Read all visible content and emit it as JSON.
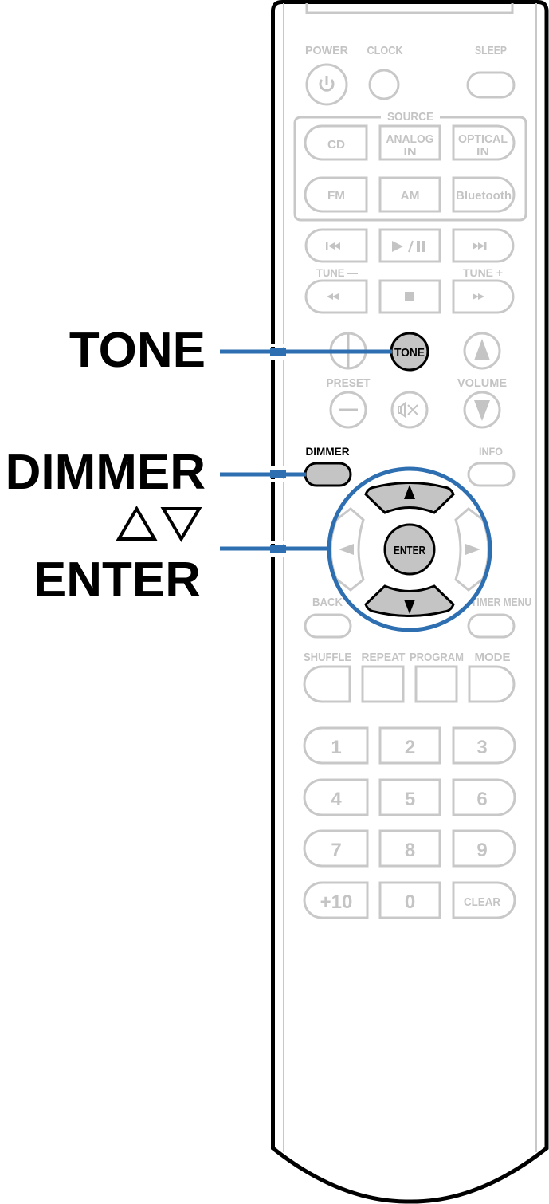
{
  "callouts": {
    "tone": "TONE",
    "dimmer": "DIMMER",
    "cursor_symbols": "△▽",
    "enter": "ENTER",
    "line_color": "#2e6fb1"
  },
  "remote": {
    "top_row_labels": {
      "power": "POWER",
      "clock": "CLOCK",
      "sleep": "SLEEP"
    },
    "source": {
      "group_label": "SOURCE",
      "buttons": [
        {
          "line1": "CD",
          "line2": ""
        },
        {
          "line1": "ANALOG",
          "line2": "IN"
        },
        {
          "line1": "OPTICAL",
          "line2": "IN"
        },
        {
          "line1": "FM",
          "line2": ""
        },
        {
          "line1": "AM",
          "line2": ""
        },
        {
          "line1": "Bluetooth",
          "line2": ""
        }
      ]
    },
    "transport": {
      "tune_minus": "TUNE —",
      "tune_plus": "TUNE +",
      "buttons": [
        "prev-track",
        "play-pause",
        "next-track",
        "rewind",
        "stop",
        "fast-forward"
      ]
    },
    "middle": {
      "preset_label": "PRESET",
      "volume_label": "VOLUME",
      "tone_button": "TONE"
    },
    "nav": {
      "dimmer_label": "DIMMER",
      "info_label": "INFO",
      "enter_button": "ENTER",
      "back_label": "BACK",
      "timer_menu_label": "TIMER MENU"
    },
    "play_modes": [
      "SHUFFLE",
      "REPEAT",
      "PROGRAM",
      "MODE"
    ],
    "numpad": [
      "1",
      "2",
      "3",
      "4",
      "5",
      "6",
      "7",
      "8",
      "9",
      "+10",
      "0",
      "CLEAR"
    ],
    "highlighted_buttons": [
      "TONE",
      "DIMMER",
      "UP",
      "DOWN",
      "ENTER"
    ],
    "colors": {
      "highlight_fill": "#c4c4c4",
      "inactive": "#c4c4c4",
      "outline": "#000000"
    }
  }
}
